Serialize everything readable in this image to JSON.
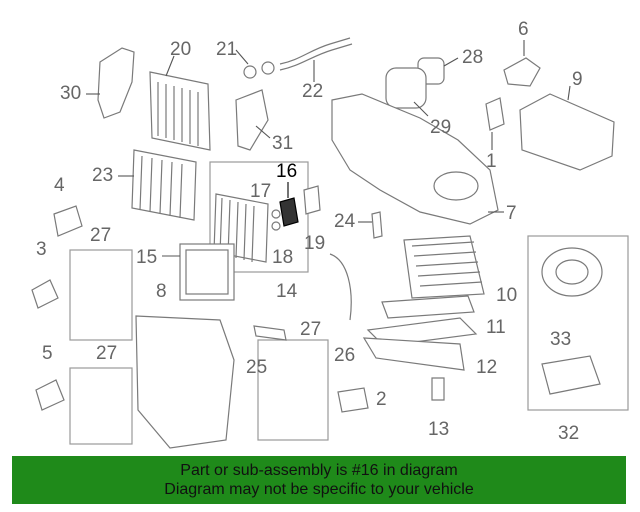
{
  "callouts": [
    {
      "id": "n1",
      "text": "1"
    },
    {
      "id": "n2",
      "text": "2"
    },
    {
      "id": "n3",
      "text": "3"
    },
    {
      "id": "n4",
      "text": "4"
    },
    {
      "id": "n5",
      "text": "5"
    },
    {
      "id": "n6",
      "text": "6"
    },
    {
      "id": "n7",
      "text": "7"
    },
    {
      "id": "n8",
      "text": "8"
    },
    {
      "id": "n9",
      "text": "9"
    },
    {
      "id": "n10",
      "text": "10"
    },
    {
      "id": "n11",
      "text": "11"
    },
    {
      "id": "n12",
      "text": "12"
    },
    {
      "id": "n13",
      "text": "13"
    },
    {
      "id": "n14",
      "text": "14"
    },
    {
      "id": "n15",
      "text": "15"
    },
    {
      "id": "n16",
      "text": "16"
    },
    {
      "id": "n17",
      "text": "17"
    },
    {
      "id": "n18",
      "text": "18"
    },
    {
      "id": "n19",
      "text": "19"
    },
    {
      "id": "n20",
      "text": "20"
    },
    {
      "id": "n21",
      "text": "21"
    },
    {
      "id": "n22",
      "text": "22"
    },
    {
      "id": "n23",
      "text": "23"
    },
    {
      "id": "n24",
      "text": "24"
    },
    {
      "id": "n25",
      "text": "25"
    },
    {
      "id": "n26",
      "text": "26"
    },
    {
      "id": "n27a",
      "text": "27"
    },
    {
      "id": "n27b",
      "text": "27"
    },
    {
      "id": "n27c",
      "text": "27"
    },
    {
      "id": "n28",
      "text": "28"
    },
    {
      "id": "n29",
      "text": "29"
    },
    {
      "id": "n30",
      "text": "30"
    },
    {
      "id": "n31",
      "text": "31"
    },
    {
      "id": "n32",
      "text": "32"
    },
    {
      "id": "n33",
      "text": "33"
    }
  ],
  "highlighted_part": "16",
  "banner": {
    "line1": "Part or sub-assembly is #16 in diagram",
    "line2": "Diagram may not be specific to your vehicle"
  },
  "colors": {
    "banner_bg": "#1f8a1a",
    "label": "#666666",
    "highlight": "#000000"
  }
}
